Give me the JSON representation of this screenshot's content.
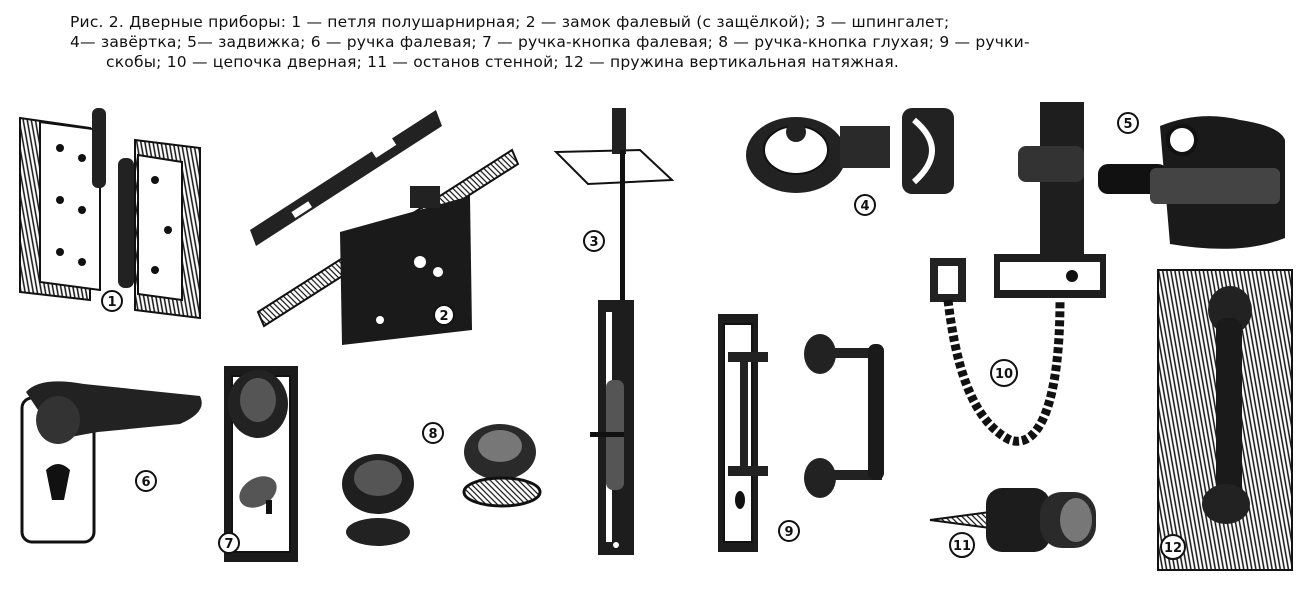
{
  "caption": {
    "line1": "Рис. 2.  Дверные приборы: 1 — петля полушарнирная; 2 — замок фалевый (с защёлкой); 3 — шпингалет;",
    "line2": "4— завёртка; 5— задвижка; 6 — ручка фалевая; 7 — ручка-кнопка фалевая; 8 — ручка-кнопка глухая; 9 — ручки-",
    "line3": "скобы; 10 — цепочка дверная; 11 — останов стенной; 12 — пружина вертикальная натяжная."
  },
  "callouts": [
    "1",
    "2",
    "3",
    "4",
    "5",
    "6",
    "7",
    "8",
    "9",
    "10",
    "11",
    "12"
  ],
  "colors": {
    "ink": "#111111",
    "paper": "#ffffff"
  }
}
